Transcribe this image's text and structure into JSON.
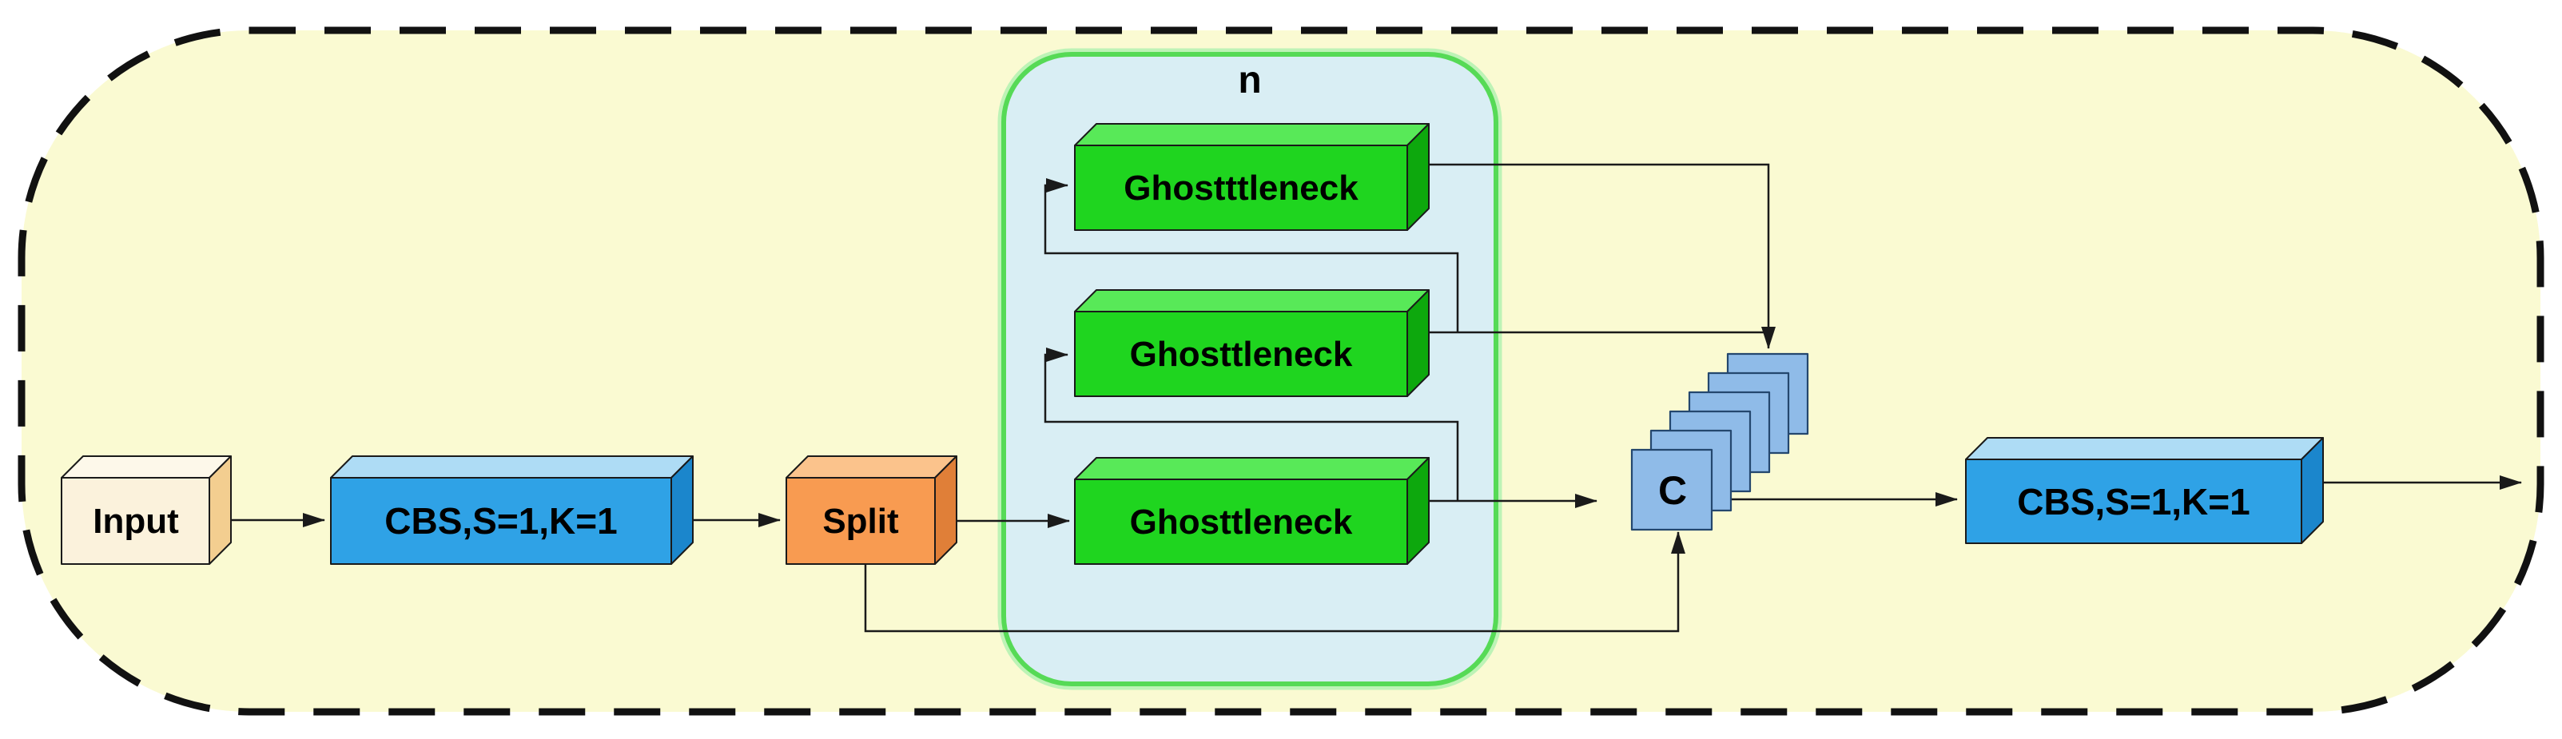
{
  "figure": {
    "type": "architecture-diagram",
    "repeat_label": "n",
    "concat_label": "C",
    "nodes": {
      "input": "Input",
      "cbs_in": "CBS,S=1,K=1",
      "split": "Split",
      "ghost_top": "Ghostttleneck",
      "ghost_mid": "Ghosttleneck",
      "ghost_bottom": "Ghosttleneck",
      "cbs_out": "CBS,S=1,K=1"
    },
    "colors": {
      "outer_fill": "#FAFAD2",
      "outer_border": "#111111",
      "line": "#1A1A1A",
      "n_container_fill": "#D9EEF4",
      "n_container_border": "#56DA56",
      "n_container_glow": "#B2F1B2",
      "green_front": "#1FD51F",
      "green_top": "#58E958",
      "green_side": "#0DA80D",
      "blue_front": "#2FA2E6",
      "blue_top": "#AEDCF5",
      "blue_side": "#1B86CC",
      "orange_front": "#F89B51",
      "orange_top": "#FBC38C",
      "orange_side": "#E07F38",
      "cream_front": "#FBF2DC",
      "cream_top": "#FDF8EA",
      "cream_side": "#F3CE90",
      "stack_fill": "#8FBBE8",
      "stack_border": "#24476E"
    }
  }
}
